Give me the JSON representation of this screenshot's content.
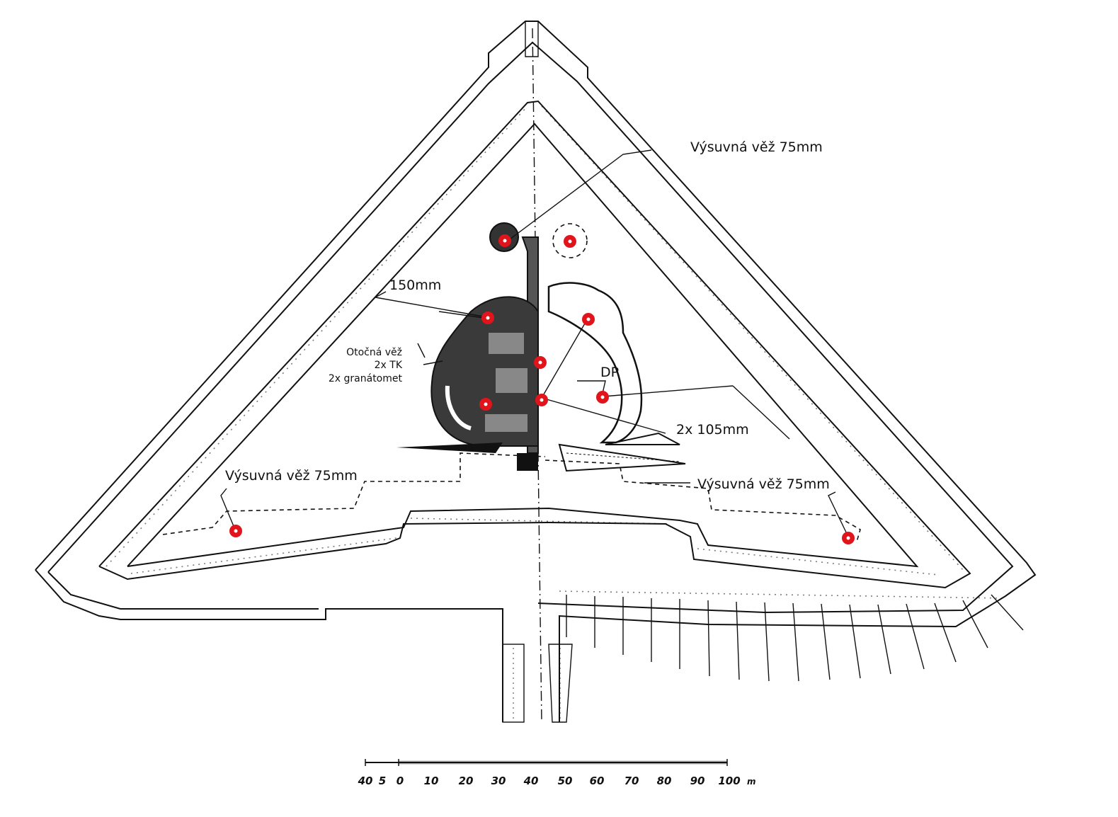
{
  "labels": {
    "turret_top": "Výsuvná věž 75mm",
    "gun_150": "150mm",
    "rotating_turret": [
      "Otočná věž",
      "2x TK",
      "2x granátomet"
    ],
    "dp": "DP",
    "guns_105": "2x 105mm",
    "turret_left": "Výsuvná věž 75mm",
    "turret_right": "Výsuvná věž 75mm"
  },
  "scale_bar": {
    "ticks": [
      "40",
      "5",
      "0",
      "10",
      "20",
      "30",
      "40",
      "50",
      "60",
      "70",
      "80",
      "90",
      "100"
    ],
    "unit": "m"
  },
  "colors": {
    "marker": "#e1141c",
    "ink": "#111111",
    "background": "#ffffff"
  }
}
